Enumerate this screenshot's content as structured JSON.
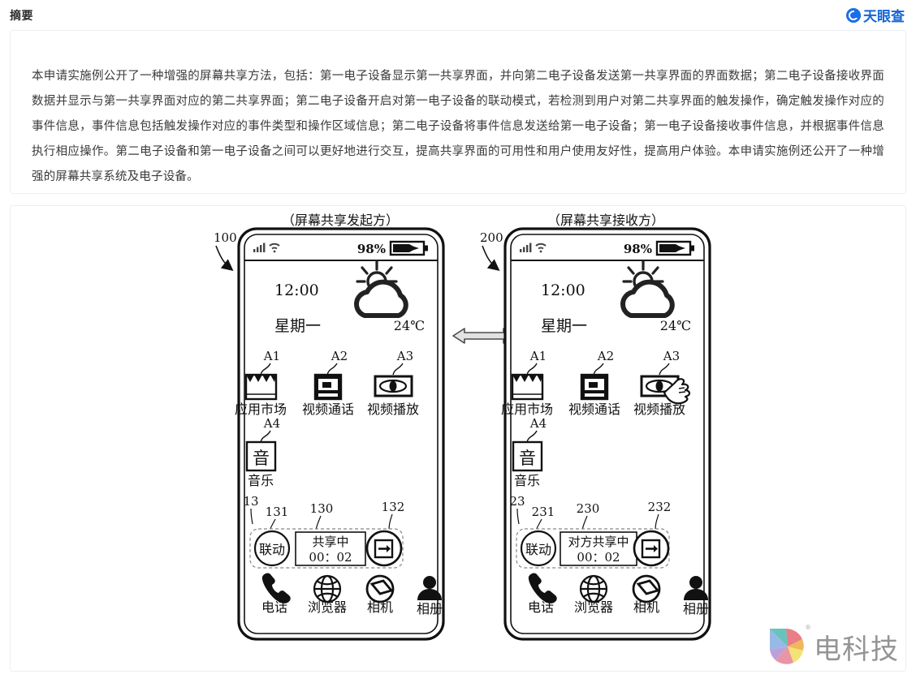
{
  "header": {
    "title": "摘要",
    "brand_name": "天眼查",
    "brand_color": "#1565d8",
    "logo_icon": "tianyancha-circle-logo"
  },
  "abstract": {
    "text": "本申请实施例公开了一种增强的屏幕共享方法，包括：第一电子设备显示第一共享界面，并向第二电子设备发送第一共享界面的界面数据；第二电子设备接收界面数据并显示与第一共享界面对应的第二共享界面；第二电子设备开启对第一电子设备的联动模式，若检测到用户对第二共享界面的触发操作，确定触发操作对应的事件信息，事件信息包括触发操作对应的事件类型和操作区域信息；第二电子设备将事件信息发送给第一电子设备；第一电子设备接收事件信息，并根据事件信息执行相应操作。第二电子设备和第一电子设备之间可以更好地进行交互，提高共享界面的可用性和用户使用友好性，提高用户体验。本申请实施例还公开了一种增强的屏幕共享系统及电子设备。"
  },
  "figure": {
    "left_phone": {
      "caption": "（屏幕共享发起方）",
      "ref_number": "100",
      "status_bar": {
        "signal_icon": "signal-bars-icon",
        "wifi_icon": "wifi-icon",
        "battery_percent": "98%",
        "battery_icon": "battery-charging-icon"
      },
      "widget": {
        "time": "12:00",
        "weekday": "星期一",
        "weather_icon": "sun-behind-cloud-icon",
        "temperature": "24℃"
      },
      "apps": [
        {
          "ref": "A1",
          "label": "应用市场",
          "icon": "app-market-icon"
        },
        {
          "ref": "A2",
          "label": "视频通话",
          "icon": "video-call-icon"
        },
        {
          "ref": "A3",
          "label": "视频播放",
          "icon": "video-play-icon"
        },
        {
          "ref": "A4",
          "label": "音乐",
          "icon": "music-icon",
          "glyph": "音"
        }
      ],
      "share_bar": {
        "ref_bar": "13",
        "ref_link": "131",
        "ref_status": "130",
        "ref_exit": "132",
        "link_label": "联动",
        "status_title": "共享中",
        "status_timer": "00：02",
        "exit_icon": "exit-share-icon"
      },
      "dock": [
        {
          "label": "电话",
          "icon": "phone-icon"
        },
        {
          "label": "浏览器",
          "icon": "globe-icon"
        },
        {
          "label": "相机",
          "icon": "camera-icon"
        },
        {
          "label": "相册",
          "icon": "person-icon"
        }
      ]
    },
    "right_phone": {
      "caption": "（屏幕共享接收方）",
      "ref_number": "200",
      "status_bar": {
        "signal_icon": "signal-bars-icon",
        "wifi_icon": "wifi-icon",
        "battery_percent": "98%",
        "battery_icon": "battery-charging-icon"
      },
      "widget": {
        "time": "12:00",
        "weekday": "星期一",
        "weather_icon": "sun-behind-cloud-icon",
        "temperature": "24℃"
      },
      "apps": [
        {
          "ref": "A1",
          "label": "应用市场",
          "icon": "app-market-icon"
        },
        {
          "ref": "A2",
          "label": "视频通话",
          "icon": "video-call-icon"
        },
        {
          "ref": "A3",
          "label": "视频播放",
          "icon": "video-play-icon",
          "pointer": "hand-cursor-icon"
        },
        {
          "ref": "A4",
          "label": "音乐",
          "icon": "music-icon",
          "glyph": "音"
        }
      ],
      "share_bar": {
        "ref_bar": "23",
        "ref_link": "231",
        "ref_status": "230",
        "ref_exit": "232",
        "link_label": "联动",
        "status_title": "对方共享中",
        "status_timer": "00：02",
        "exit_icon": "exit-share-icon"
      },
      "dock": [
        {
          "label": "电话",
          "icon": "phone-icon"
        },
        {
          "label": "浏览器",
          "icon": "globe-icon"
        },
        {
          "label": "相机",
          "icon": "camera-icon"
        },
        {
          "label": "相册",
          "icon": "person-icon"
        }
      ]
    },
    "link_arrow_icon": "double-headed-arrow-icon"
  },
  "watermark": {
    "text": "电科技",
    "logo_icon": "pinwheel-logo-icon",
    "registered_mark": "®"
  }
}
